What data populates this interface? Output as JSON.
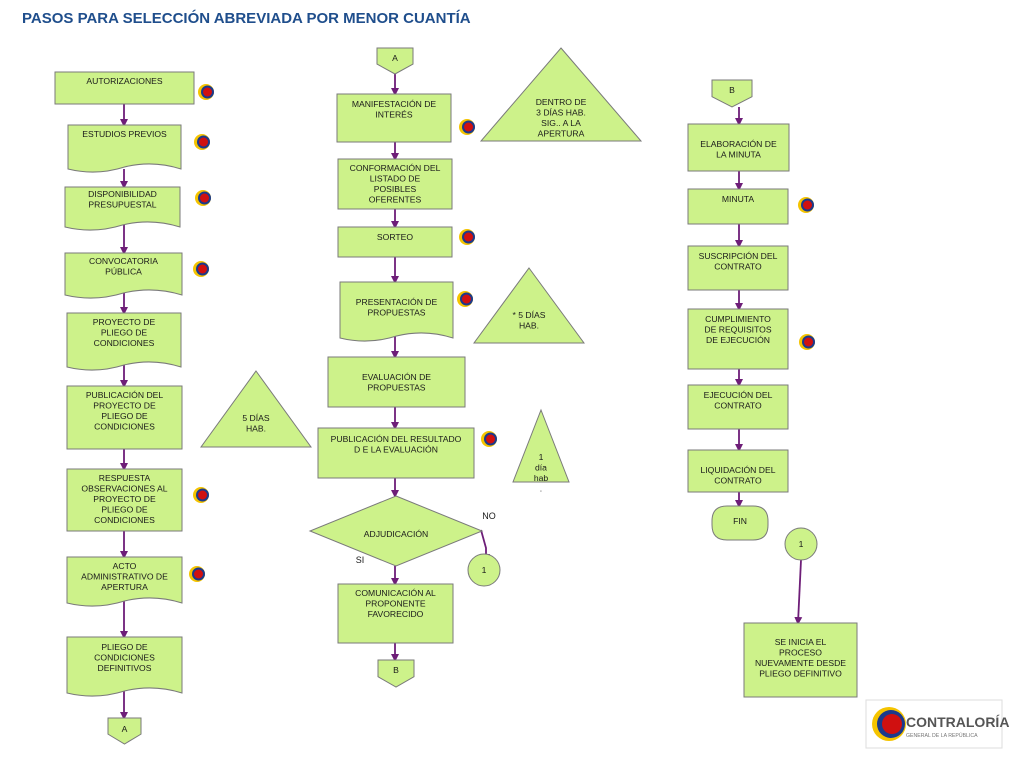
{
  "page_title": "PASOS PARA SELECCIÓN ABREVIADA POR MENOR CUANTÍA",
  "nodes": {
    "autorizaciones": "AUTORIZACIONES",
    "estudios_previos": "ESTUDIOS PREVIOS",
    "disponibilidad": "DISPONIBILIDAD\nPRESUPUESTAL",
    "convocatoria": "CONVOCATORIA\nPÚBLICA",
    "proyecto_pliego": "PROYECTO DE\nPLIEGO DE\nCONDICIONES",
    "publicacion_proyecto": "PUBLICACIÓN DEL\nPROYECTO DE\nPLIEGO DE\nCONDICIONES",
    "respuesta_observaciones": "RESPUESTA\nOBSERVACIONES AL\nPROYECTO DE\nPLIEGO DE\nCONDICIONES",
    "acto_administrativo": "ACTO\nADMINISTRATIVO DE\nAPERTURA",
    "pliego_definitivo": "PLIEGO DE\nCONDICIONES\nDEFINITIVOS",
    "connector_a_out": "A",
    "connector_a_in": "A",
    "manifestacion": "MANIFESTACIÓN DE\nINTERÉS",
    "conformacion": "CONFORMACIÓN DEL\nLISTADO DE\nPOSIBLES\nOFERENTES",
    "sorteo": "SORTEO",
    "presentacion": "PRESENTACIÓN DE\nPROPUESTAS",
    "evaluacion": "EVALUACIÓN DE\nPROPUESTAS",
    "publicacion_resultado": "PUBLICACIÓN DEL RESULTADO\nD E LA EVALUACIÓN",
    "adjudicacion": "ADJUDICACIÓN",
    "comunicacion": "COMUNICACIÓN AL\nPROPONENTE\nFAVORECIDO",
    "connector_b_out": "B",
    "connector_b_in": "B",
    "elaboracion_minuta": "ELABORACIÓN DE\nLA MINUTA",
    "minuta": "MINUTA",
    "suscripcion": "SUSCRIPCIÓN DEL\nCONTRATO",
    "cumplimiento": "CUMPLIMIENTO\nDE REQUISITOS\nDE EJECUCIÓN",
    "ejecucion": "EJECUCIÓN DEL\nCONTRATO",
    "liquidacion": "LIQUIDACIÓN DEL\nCONTRATO",
    "fin": "FIN",
    "connector_1_left": "1",
    "connector_1_right": "1",
    "reinicio": "SE INICIA EL\nPROCESO\nNUEVAMENTE DESDE\nPLIEGO DEFINITIVO"
  },
  "triangles": {
    "dentro_3_dias": "DENTRO DE\n3 DÍAS HAB.\nSIG.. A  LA\nAPERTURA",
    "cinco_dias_presentacion": "* 5 DÍAS\nHAB.",
    "cinco_dias_publicacion": "5  DÍAS\nHAB.",
    "un_dia": "1\ndía\nhab\n."
  },
  "edge_labels": {
    "no": "NO",
    "si": "SI"
  },
  "logo": {
    "name": "CONTRALORÍA",
    "subtitle": "GENERAL DE LA REPÚBLICA"
  },
  "colors": {
    "shape_fill": "#cdf28a",
    "edge": "#6e1e78",
    "title": "#1f4e8c",
    "badge_red": "#d01010",
    "badge_blue": "#1b3a8c",
    "badge_yellow": "#f5c400"
  },
  "icons": [
    "flag-badge-icon"
  ]
}
